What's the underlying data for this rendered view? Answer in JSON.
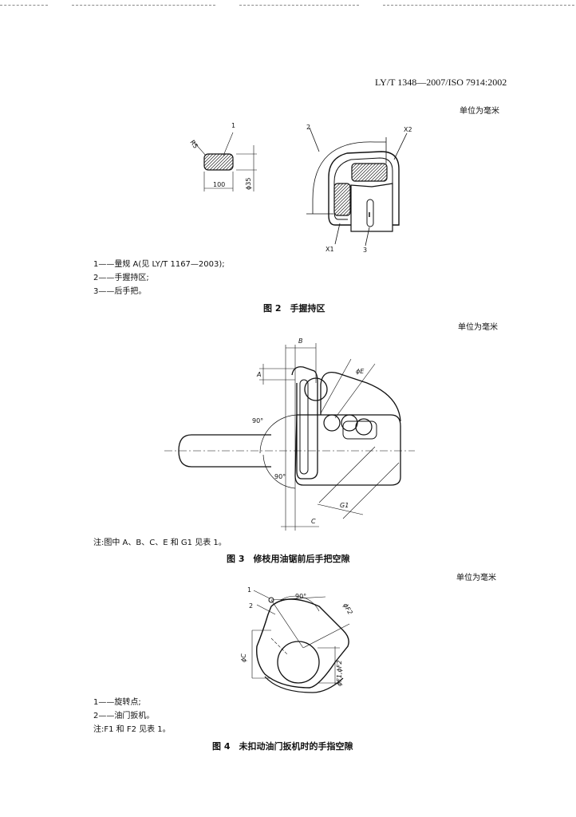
{
  "header": {
    "standard": "LY/T 1348—2007/ISO 7914:2002"
  },
  "units": "单位为毫米",
  "figure2": {
    "labels": {
      "n1": "1",
      "n2": "2",
      "n3": "3",
      "x1": "X1",
      "x2": "X2",
      "r5": "R5",
      "w100": "100",
      "h35": "ϕ35"
    },
    "legend": [
      "1——量规 A(见 LY/T 1167—2003);",
      "2——手握持区;",
      "3——后手把。"
    ],
    "caption": "图 2　手握持区"
  },
  "figure3": {
    "labels": {
      "A": "A",
      "B": "B",
      "phiE": "ϕE",
      "deg90a": "90°",
      "deg90b": "90°",
      "G1": "G1",
      "C": "C"
    },
    "note": "注:图中 A、B、C、E 和 G1 见表 1。",
    "caption": "图 3　修枝用油锯前后手把空隙"
  },
  "figure4": {
    "labels": {
      "n1": "1",
      "n2": "2",
      "deg90": "90°",
      "phiF2": "ϕF2",
      "phiC": "ϕC",
      "phiF1": "ϕF1,ϕF2"
    },
    "legend": [
      "1——旋转点;",
      "2——油门扳机。"
    ],
    "note": "注:F1 和 F2 见表 1。",
    "caption": "图 4　未扣动油门扳机时的手指空隙"
  }
}
